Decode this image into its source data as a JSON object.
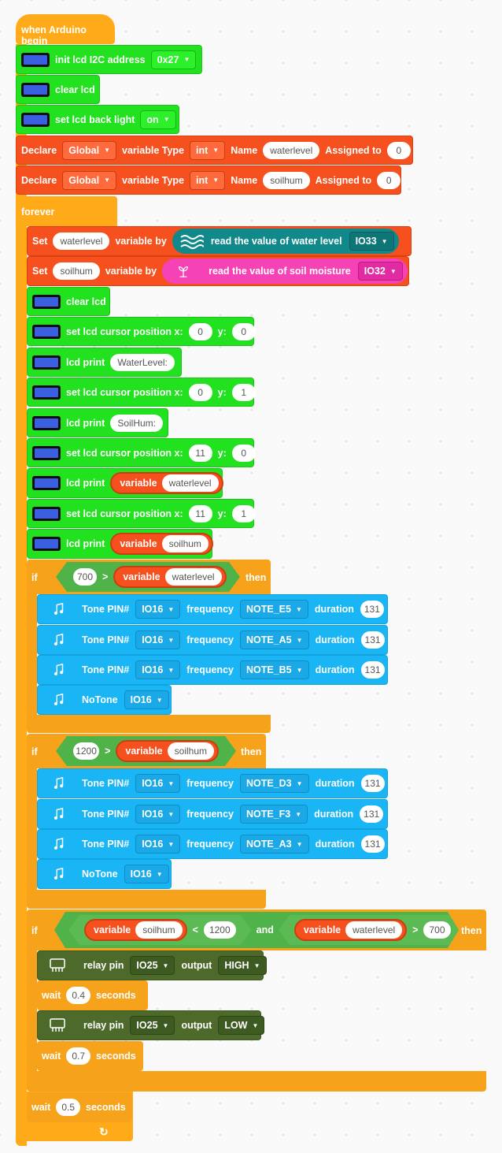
{
  "hat": {
    "label": "when Arduino begin"
  },
  "setup": {
    "init_lcd": {
      "label": "init lcd I2C address",
      "address": "0x27"
    },
    "clear_lcd": {
      "label": "clear lcd"
    },
    "backlight": {
      "label": "set lcd back light",
      "state": "on"
    },
    "declares": [
      {
        "declare": "Declare",
        "scope": "Global",
        "type_label": "variable Type",
        "type": "int",
        "name_label": "Name",
        "name": "waterlevel",
        "assign_label": "Assigned to",
        "value": "0"
      },
      {
        "declare": "Declare",
        "scope": "Global",
        "type_label": "variable Type",
        "type": "int",
        "name_label": "Name",
        "name": "soilhum",
        "assign_label": "Assigned to",
        "value": "0"
      }
    ]
  },
  "forever": {
    "label": "forever",
    "set_water": {
      "set": "Set",
      "var": "waterlevel",
      "by": "variable by",
      "reporter": "read the value of water level",
      "pin": "IO33"
    },
    "set_soil": {
      "set": "Set",
      "var": "soilhum",
      "by": "variable by",
      "reporter": "read the value of soil moisture",
      "pin": "IO32"
    },
    "lcd": {
      "clear": "clear lcd",
      "cursor_label": "set lcd cursor position x:",
      "y_label": "y:",
      "print_label": "lcd print",
      "variable_label": "variable",
      "cursor1": {
        "x": "0",
        "y": "0"
      },
      "print1": "WaterLevel:",
      "cursor2": {
        "x": "0",
        "y": "1"
      },
      "print2": "SoilHum:",
      "cursor3": {
        "x": "11",
        "y": "0"
      },
      "print3_var": "waterlevel",
      "cursor4": {
        "x": "11",
        "y": "1"
      },
      "print4_var": "soilhum"
    },
    "if_label": "if",
    "then_label": "then",
    "and_label": "and",
    "if1": {
      "left": "700",
      "op": ">",
      "var": "waterlevel"
    },
    "tone_label": "Tone PIN#",
    "freq_label": "frequency",
    "dur_label": "duration",
    "notone_label": "NoTone",
    "tones1": [
      {
        "pin": "IO16",
        "note": "NOTE_E5",
        "duration": "131"
      },
      {
        "pin": "IO16",
        "note": "NOTE_A5",
        "duration": "131"
      },
      {
        "pin": "IO16",
        "note": "NOTE_B5",
        "duration": "131"
      }
    ],
    "notone1_pin": "IO16",
    "if2": {
      "left": "1200",
      "op": ">",
      "var": "soilhum"
    },
    "tones2": [
      {
        "pin": "IO16",
        "note": "NOTE_D3",
        "duration": "131"
      },
      {
        "pin": "IO16",
        "note": "NOTE_F3",
        "duration": "131"
      },
      {
        "pin": "IO16",
        "note": "NOTE_A3",
        "duration": "131"
      }
    ],
    "notone2_pin": "IO16",
    "if3": {
      "a_var": "soilhum",
      "a_op": "<",
      "a_val": "1200",
      "b_var": "waterlevel",
      "b_op": ">",
      "b_val": "700"
    },
    "relay_label": "relay pin",
    "output_label": "output",
    "relay1": {
      "pin": "IO25",
      "state": "HIGH"
    },
    "wait_label": "wait",
    "seconds_label": "seconds",
    "wait1": "0.4",
    "relay2": {
      "pin": "IO25",
      "state": "LOW"
    },
    "wait2": "0.7",
    "wait3": "0.5"
  },
  "colors": {
    "event": "#ffab19",
    "lcd": "#22e11e",
    "variable": "#f5501e",
    "tone": "#19b5f5",
    "relay": "#4d6a2b",
    "operator": "#4fb34a",
    "water_sensor": "#11888a",
    "soil_sensor": "#f542b5"
  },
  "icons": [
    "lcd-icon",
    "music-note-icon",
    "relay-icon",
    "water-wave-icon",
    "plant-icon",
    "loop-arrow-icon"
  ]
}
